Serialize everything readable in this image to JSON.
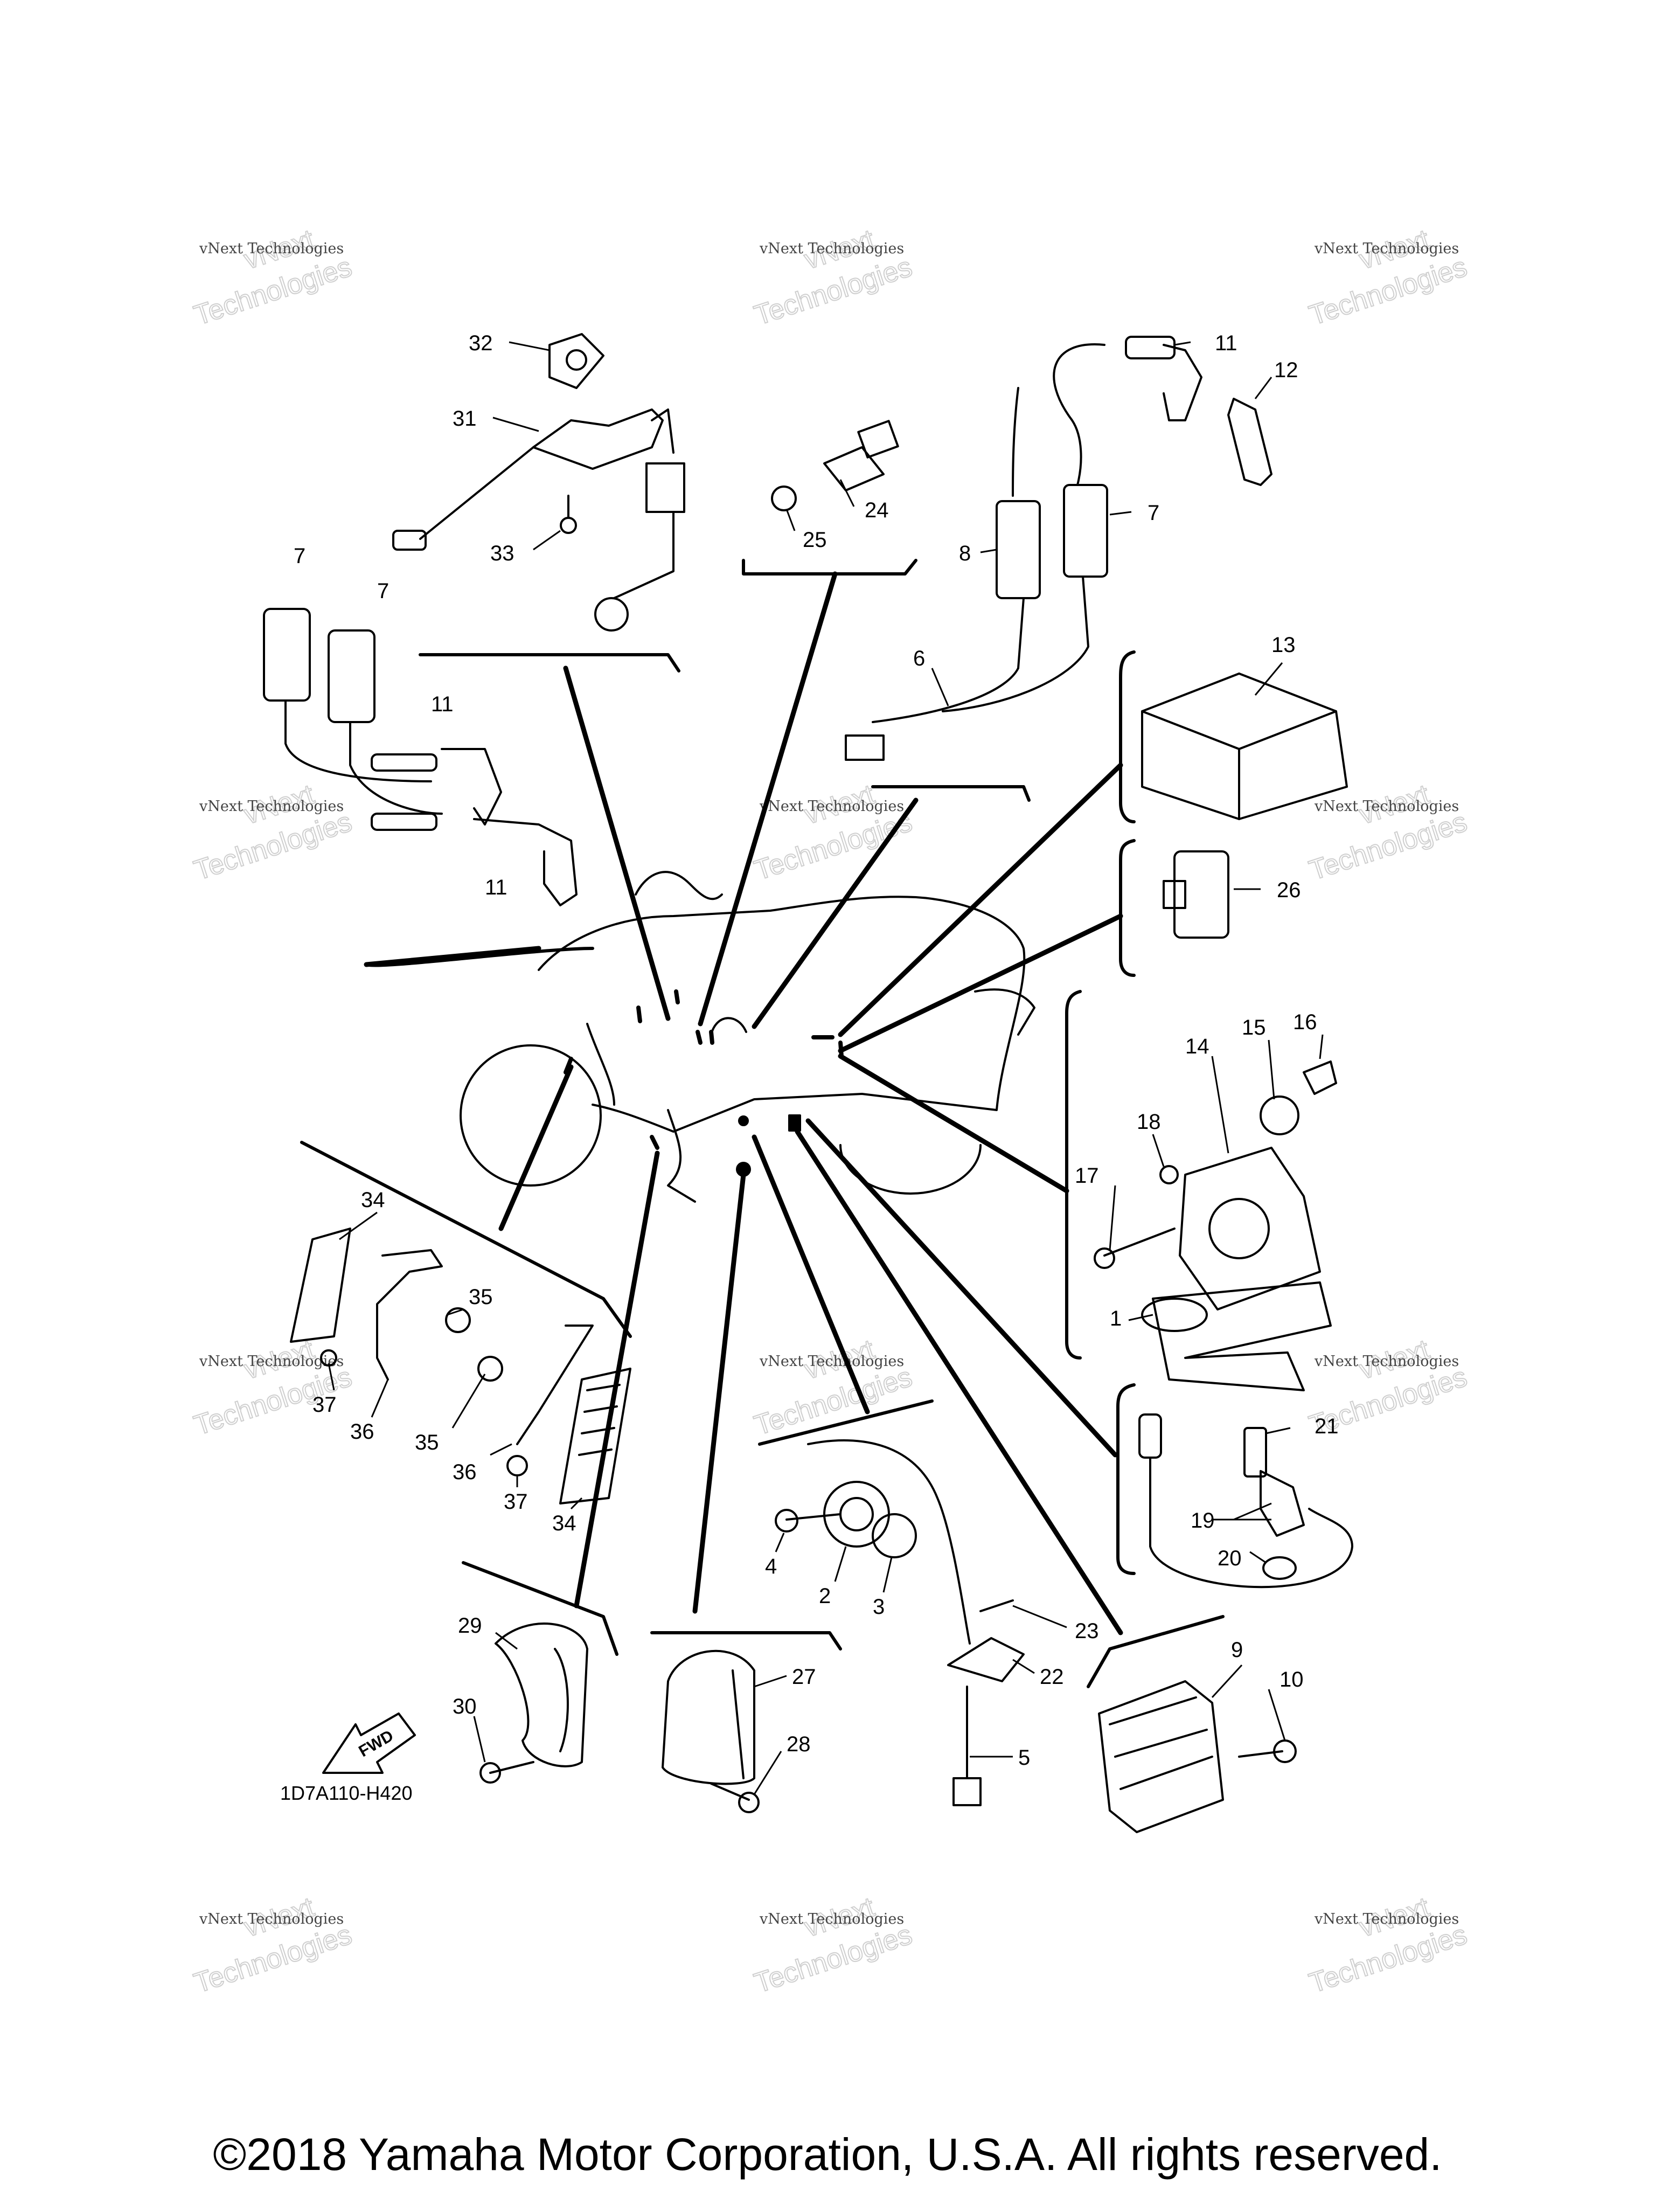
{
  "labels": [
    {
      "id": "p32",
      "text": "32"
    },
    {
      "id": "p31",
      "text": "31"
    },
    {
      "id": "p33",
      "text": "33"
    },
    {
      "id": "p24",
      "text": "24"
    },
    {
      "id": "p25",
      "text": "25"
    },
    {
      "id": "p11a",
      "text": "11"
    },
    {
      "id": "p12",
      "text": "12"
    },
    {
      "id": "p7a",
      "text": "7"
    },
    {
      "id": "p8",
      "text": "8"
    },
    {
      "id": "p6",
      "text": "6"
    },
    {
      "id": "p13",
      "text": "13"
    },
    {
      "id": "p26",
      "text": "26"
    },
    {
      "id": "p7b",
      "text": "7"
    },
    {
      "id": "p7c",
      "text": "7"
    },
    {
      "id": "p11b",
      "text": "11"
    },
    {
      "id": "p11c",
      "text": "11"
    },
    {
      "id": "p16",
      "text": "16"
    },
    {
      "id": "p15",
      "text": "15"
    },
    {
      "id": "p14",
      "text": "14"
    },
    {
      "id": "p18",
      "text": "18"
    },
    {
      "id": "p17",
      "text": "17"
    },
    {
      "id": "p1",
      "text": "1"
    },
    {
      "id": "p34a",
      "text": "34"
    },
    {
      "id": "p35a",
      "text": "35"
    },
    {
      "id": "p37a",
      "text": "37"
    },
    {
      "id": "p36a",
      "text": "36"
    },
    {
      "id": "p35b",
      "text": "35"
    },
    {
      "id": "p36b",
      "text": "36"
    },
    {
      "id": "p37b",
      "text": "37"
    },
    {
      "id": "p34b",
      "text": "34"
    },
    {
      "id": "p21",
      "text": "21"
    },
    {
      "id": "p19",
      "text": "19"
    },
    {
      "id": "p20",
      "text": "20"
    },
    {
      "id": "p4",
      "text": "4"
    },
    {
      "id": "p2",
      "text": "2"
    },
    {
      "id": "p3",
      "text": "3"
    },
    {
      "id": "p23",
      "text": "23"
    },
    {
      "id": "p22",
      "text": "22"
    },
    {
      "id": "p5",
      "text": "5"
    },
    {
      "id": "p29",
      "text": "29"
    },
    {
      "id": "p30",
      "text": "30"
    },
    {
      "id": "p27",
      "text": "27"
    },
    {
      "id": "p28",
      "text": "28"
    },
    {
      "id": "p9",
      "text": "9"
    },
    {
      "id": "p10",
      "text": "10"
    }
  ],
  "diagram_code": "1D7A110-H420",
  "fwd_label": "FWD",
  "watermark": {
    "line1": "vNext Technologies",
    "line2": "vNext",
    "line3": "Technologies"
  },
  "copyright": "©2018 Yamaha Motor Corporation, U.S.A. All rights reserved."
}
